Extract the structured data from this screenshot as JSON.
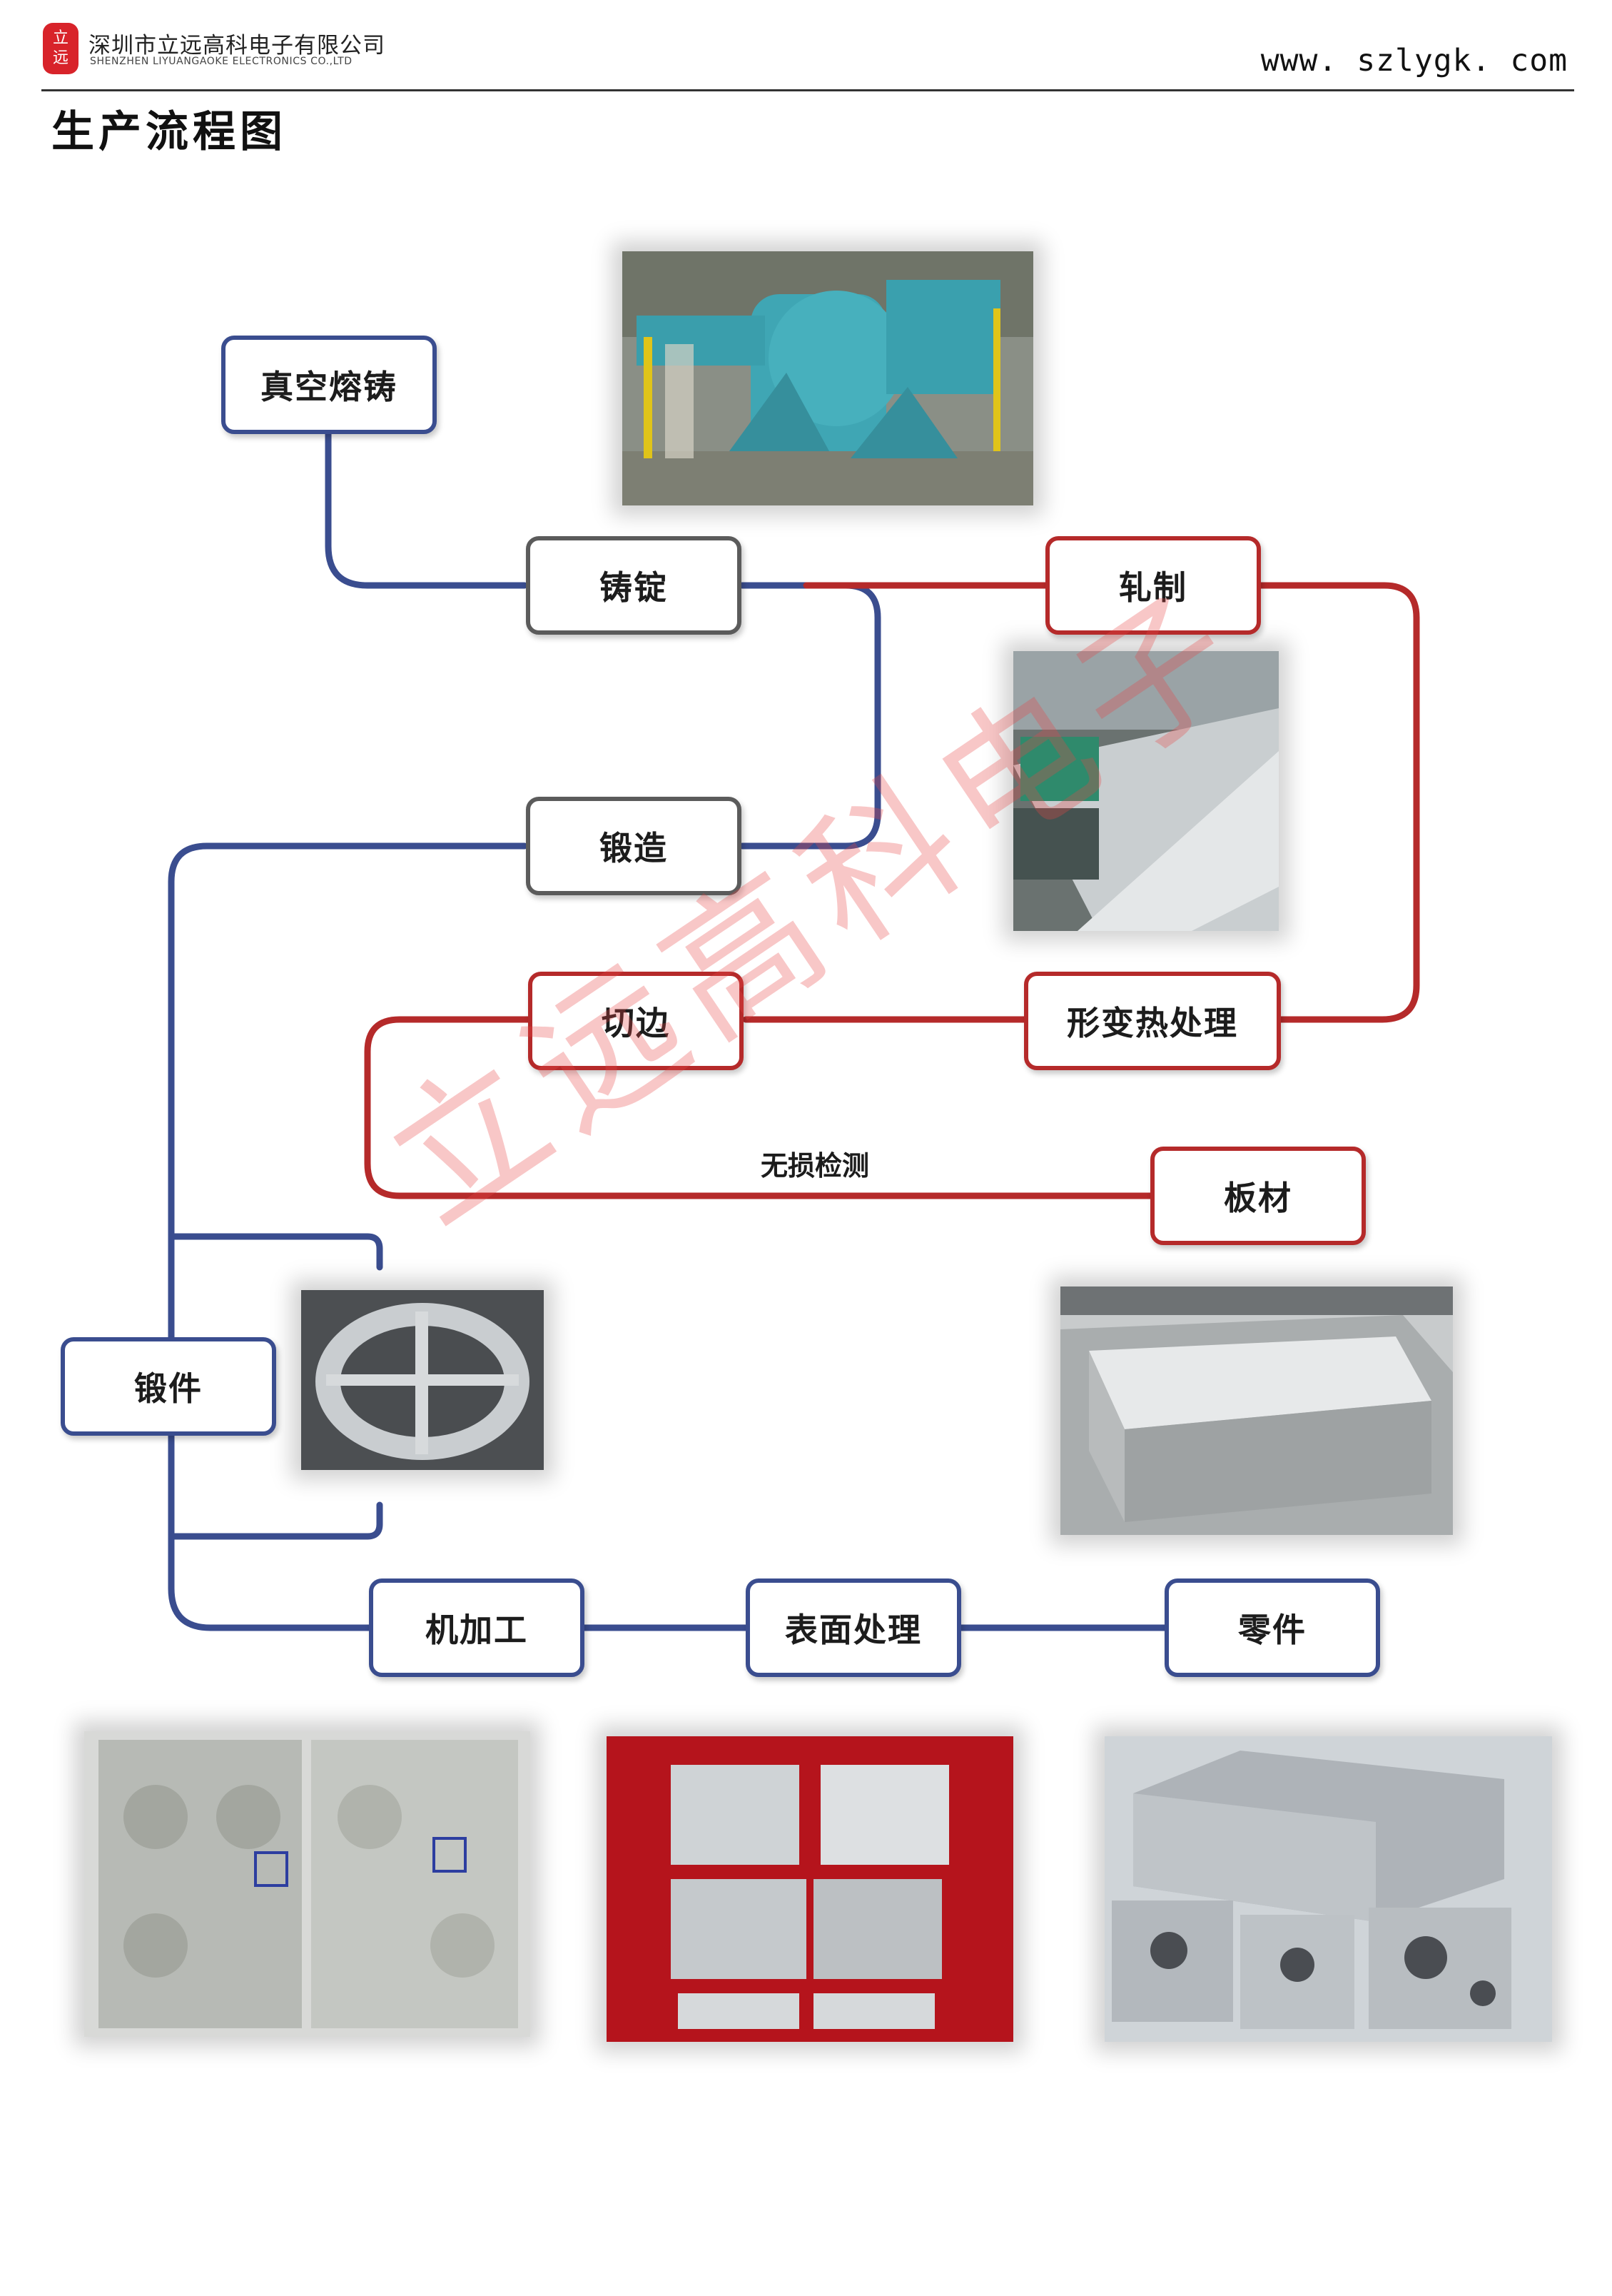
{
  "header": {
    "company_name_cn": "深圳市立远高科电子有限公司",
    "company_name_en": "SHENZHEN LIYUANGAOKE ELECTRONICS CO.,LTD",
    "website": "www. szlygk. com",
    "logo_icon": "red-seal-logo-icon"
  },
  "page_title": "生产流程图",
  "flow": {
    "nodes": {
      "vacuum_casting": "真空熔铸",
      "ingot": "铸锭",
      "rolling": "轧制",
      "forging_process": "锻造",
      "trimming": "切边",
      "deformation_heat": "形变热处理",
      "plate": "板材",
      "forging_part": "锻件",
      "machining": "机加工",
      "surface_treatment": "表面处理",
      "parts": "零件"
    },
    "ndt_label": "无损检测"
  },
  "photos": [
    {
      "name": "vacuum-casting-machine-photo",
      "icon": "teal-industrial-machine"
    },
    {
      "name": "rolling-line-photo",
      "icon": "metal-rolling-line"
    },
    {
      "name": "forging-part-photo",
      "icon": "ring-forging-with-cross"
    },
    {
      "name": "plate-stack-photo",
      "icon": "aluminum-plate-stack"
    },
    {
      "name": "machined-plates-photo",
      "icon": "machined-aluminum-plates"
    },
    {
      "name": "surface-treated-housings-photo",
      "icon": "housings-on-red-background"
    },
    {
      "name": "finished-parts-photo",
      "icon": "finished-enclosures"
    }
  ],
  "watermark": "立远高科电子",
  "colors": {
    "blue_line": "#3a4d8f",
    "red_line": "#b52a2a",
    "gray_border": "#5b5b5b",
    "watermark": "#e84646"
  }
}
